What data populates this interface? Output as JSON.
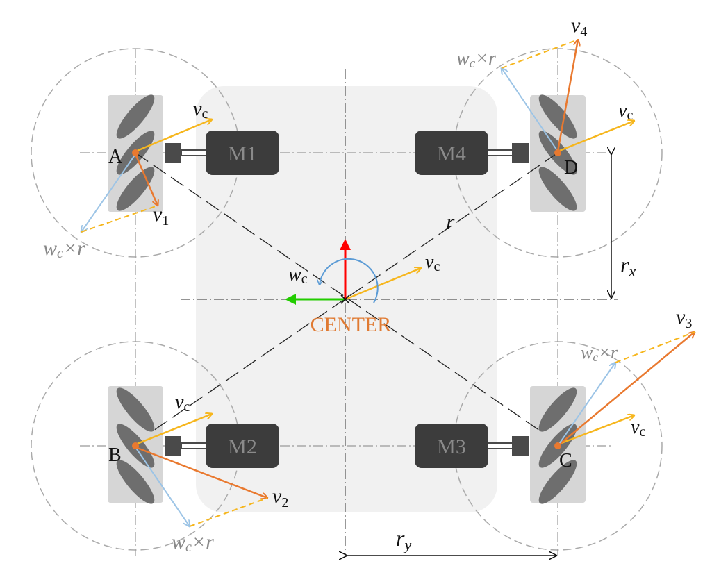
{
  "colors": {
    "orange": "#e9792f",
    "yellow": "#f6b61d",
    "blue": "#9cc4e6",
    "red": "#ff0000",
    "green": "#22cc00",
    "chassis": "#f1f1f1",
    "motor": "#3c3c3c",
    "wheel": "#d6d6d6",
    "roller": "#6e6e6e"
  },
  "motors": {
    "m1": "M1",
    "m2": "M2",
    "m3": "M3",
    "m4": "M4"
  },
  "wheels": {
    "a": "A",
    "b": "B",
    "c": "C",
    "d": "D"
  },
  "center": {
    "label": "CENTER",
    "wc_label": "w",
    "wc_sub": "c",
    "vc_label": "v",
    "vc_sub": "c"
  },
  "vectors": {
    "v1": {
      "main": "v",
      "sub": "1"
    },
    "v2": {
      "main": "v",
      "sub": "2"
    },
    "v3": {
      "main": "v",
      "sub": "3"
    },
    "v4": {
      "main": "v",
      "sub": "4"
    },
    "vc": {
      "main": "v",
      "sub": "c"
    },
    "wxr": {
      "w": "w",
      "sub": "c",
      "rest": "×r"
    }
  },
  "dimensions": {
    "r": "r",
    "rx_main": "r",
    "rx_sub": "x",
    "ry_main": "r",
    "ry_sub": "y"
  }
}
